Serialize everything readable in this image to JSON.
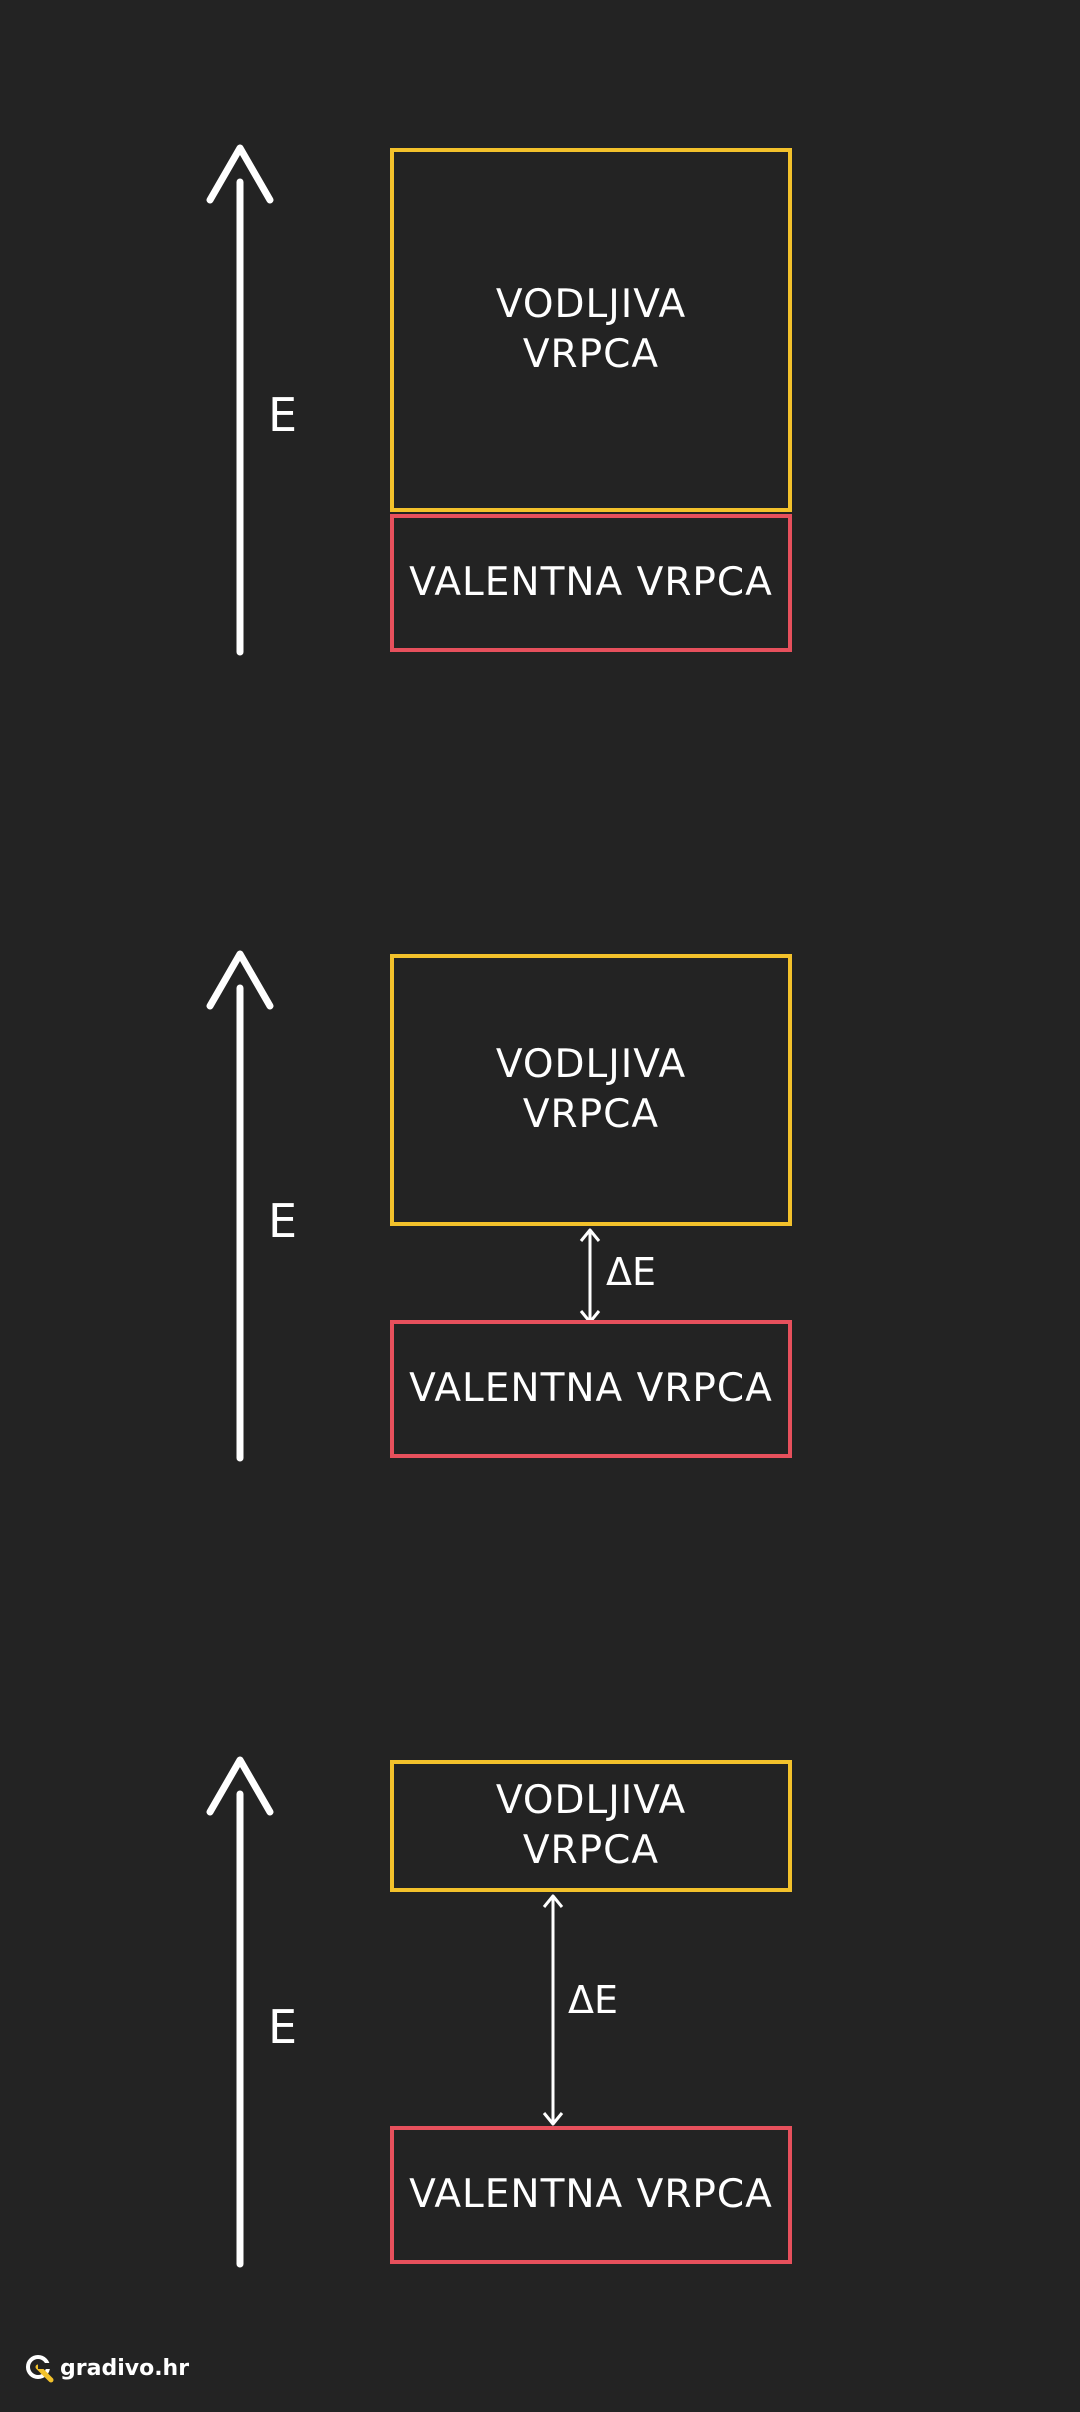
{
  "colors": {
    "background": "#232323",
    "conduction_border": "#f2c12b",
    "valence_border": "#e6505c",
    "axis": "#ffffff"
  },
  "axis_label": "E",
  "conduction_band_label_line1": "VODLJIVA",
  "conduction_band_label_line2": "VRPCA",
  "valence_band_label": "VALENTNA VRPCA",
  "gap_label": "ΔE",
  "panels": [
    {
      "gap_shown": false
    },
    {
      "gap_shown": true
    },
    {
      "gap_shown": true
    }
  ],
  "logo": {
    "text": "gradivo.hr",
    "icon": "gradivo-logo-icon"
  }
}
